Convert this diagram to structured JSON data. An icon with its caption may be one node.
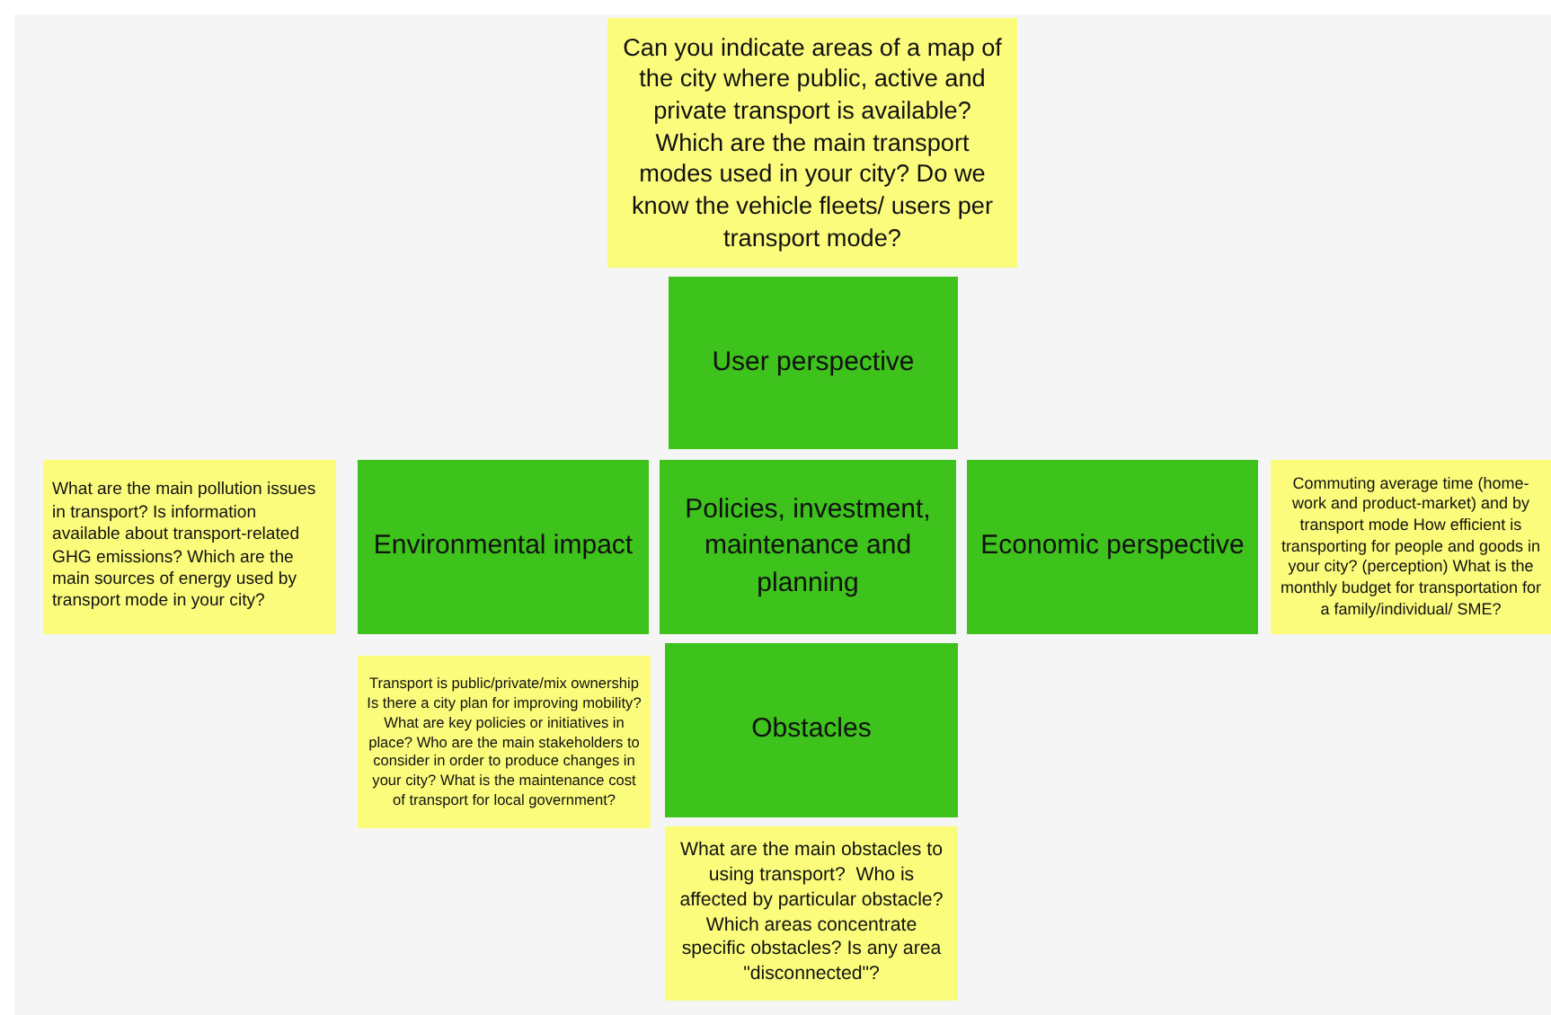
{
  "diagram": {
    "nodes": [
      {
        "text": [
          "Can you indicate areas of a map of the city where public, active and private transport is available? Which are the main transport modes used in your city? Do we know the vehicle fleets/ users per transport mode?"
        ]
      },
      {
        "text": [
          "User perspective"
        ]
      },
      {
        "text": [
          "What are the main pollution issues in transport? Is information available about transport-related GHG emissions? Which are the main sources of energy used by transport mode in your city?"
        ]
      },
      {
        "text": [
          "Environmental impact"
        ]
      },
      {
        "text": [
          "Policies, investment, maintenance and planning"
        ]
      },
      {
        "text": [
          "Economic perspective"
        ]
      },
      {
        "text": [
          "Commuting average time (home-work and product-market) and by transport mode How efficient is transporting for people and goods in your city? (perception) What is the monthly budget for transportation for a family/individual/ SME?"
        ]
      },
      {
        "text": [
          "Transport is public/private/mix ownership Is there a city plan for improving mobility? What are key policies or initiatives in place? Who are the main stakeholders to consider in order to produce changes in your city? What is the maintenance cost of transport for local government?"
        ]
      },
      {
        "text": [
          "Obstacles"
        ]
      },
      {
        "text": [
          "What are the main obstacles to using transport?  Who is affected by particular obstacle? Which areas concentrate specific obstacles? Is any area \"disconnected\"?"
        ]
      }
    ]
  }
}
